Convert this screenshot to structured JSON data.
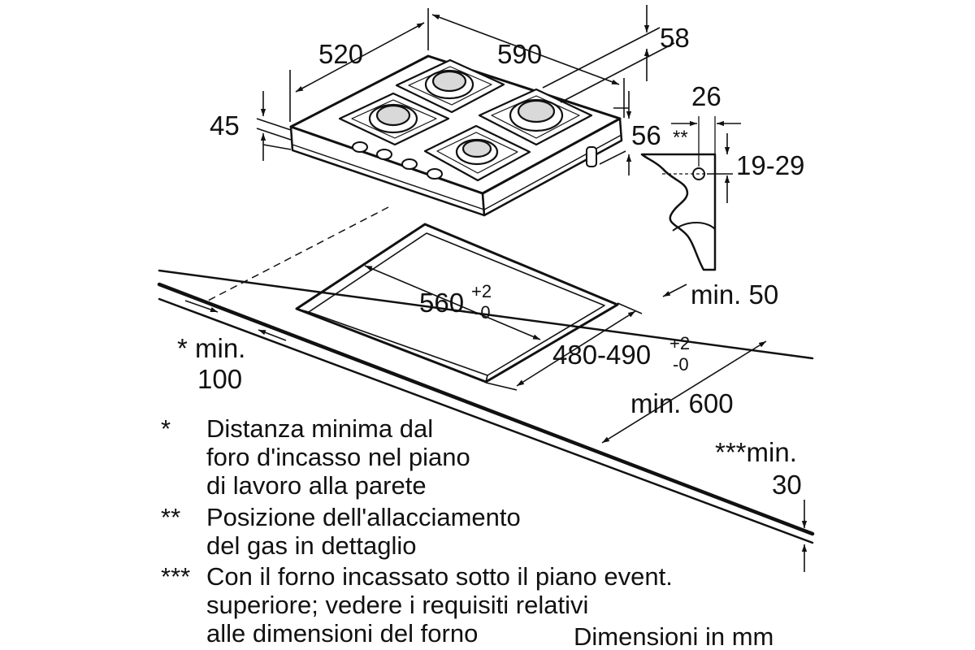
{
  "dimensions": {
    "width_520": "520",
    "length_590": "590",
    "depth_58": "58",
    "height_45": "45",
    "height_56": "56",
    "gas_26": "26",
    "gas_marker": "**",
    "gas_19_29": "19-29",
    "min_50": "min. 50",
    "cutout_length": {
      "base": "560",
      "plus": "+2",
      "minus": "-0"
    },
    "cutout_width": {
      "base": "480-490",
      "plus": "+2",
      "minus": "-0"
    },
    "min_600": "min. 600",
    "wall_min_line1": "* min.",
    "wall_min_line2": "100",
    "oven_min_line1": "***min.",
    "oven_min_line2": "30"
  },
  "notes": [
    {
      "marker": "*",
      "lines": [
        "Distanza minima dal",
        "foro d'incasso nel piano",
        "di lavoro alla parete"
      ]
    },
    {
      "marker": "**",
      "lines": [
        "Posizione dell'allacciamento",
        "del gas in dettaglio"
      ]
    },
    {
      "marker": "***",
      "lines": [
        "Con il forno incassato sotto il piano event.",
        "superiore; vedere i requisiti relativi",
        "alle dimensioni del forno"
      ]
    }
  ],
  "units_caption": "Dimensioni in mm",
  "colors": {
    "ink": "#111111",
    "background": "#ffffff"
  }
}
